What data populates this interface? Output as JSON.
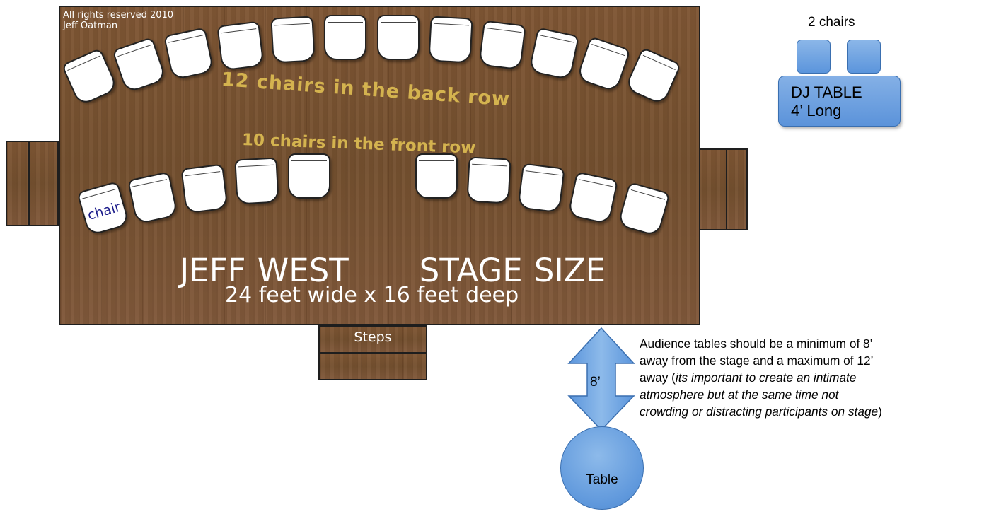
{
  "stage": {
    "copyright_line1": "All rights reserved 2010",
    "copyright_line2": "Jeff Oatman",
    "back_row_label": "12 chairs in the back row",
    "front_row_label": "10 chairs in the front row",
    "title_left": "JEFF WEST",
    "title_right": "STAGE SIZE",
    "subtitle": "24 feet wide x 16 feet deep",
    "chair_label": "chair",
    "steps_label": "Steps",
    "back_row_chair_count": 12,
    "front_row_chair_count": 10
  },
  "dj": {
    "chairs_label": "2 chairs",
    "table_line1": "DJ TABLE",
    "table_line2": "4’ Long"
  },
  "distance": {
    "label": "8’",
    "table_label": "Table"
  },
  "note": {
    "line1": "Audience tables should be a minimum of 8’",
    "line2": "away from the stage and a maximum of 12’",
    "line3_prefix": "away (",
    "line3_italic": "its important to create an intimate",
    "line4_italic": "atmosphere but at the same time not",
    "line5_italic": "crowding or distracting participants on stage",
    "line5_suffix": ")"
  },
  "colors": {
    "wood": "#7a5230",
    "row_label": "#d4b34f",
    "blue_shape": "#5b95dc",
    "chair_label": "#1a1a8a"
  }
}
